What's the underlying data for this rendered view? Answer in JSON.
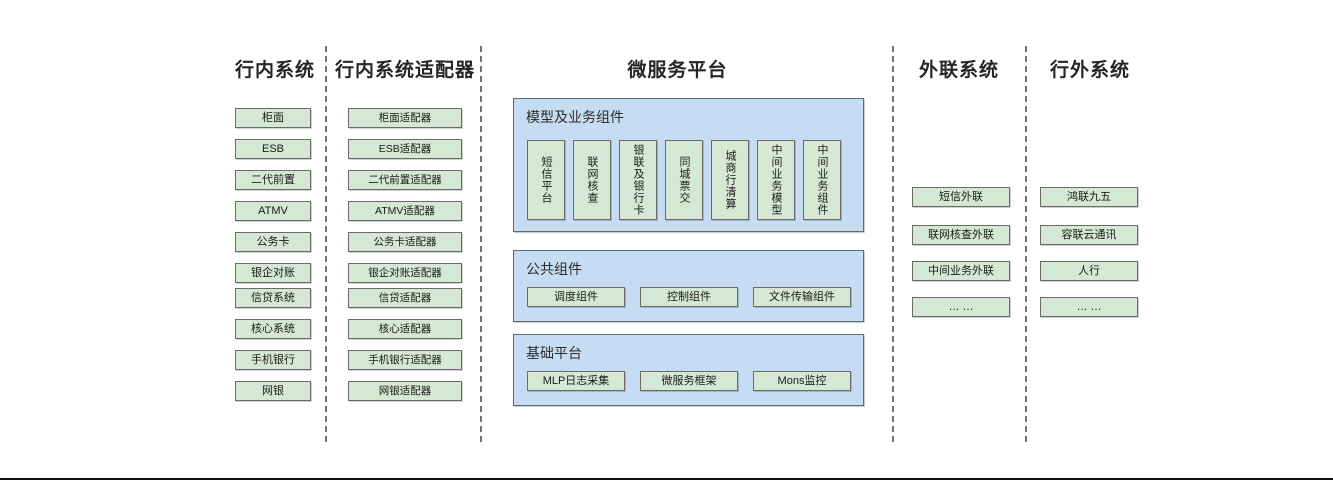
{
  "diagram": {
    "columns": [
      {
        "id": "in-bank-systems",
        "title": "行内系统",
        "items": [
          {
            "label": "柜面"
          },
          {
            "label": "ESB"
          },
          {
            "label": "二代前置"
          },
          {
            "label": "ATMV"
          },
          {
            "label": "公务卡"
          },
          {
            "label": "银企对账"
          },
          {
            "label": "信贷系统"
          },
          {
            "label": "核心系统"
          },
          {
            "label": "手机银行"
          },
          {
            "label": "网银"
          }
        ]
      },
      {
        "id": "in-bank-adapters",
        "title": "行内系统适配器",
        "items": [
          {
            "label": "柜面适配器"
          },
          {
            "label": "ESB适配器"
          },
          {
            "label": "二代前置适配器"
          },
          {
            "label": "ATMV适配器"
          },
          {
            "label": "公务卡适配器"
          },
          {
            "label": "银企对账适配器"
          },
          {
            "label": "信贷适配器"
          },
          {
            "label": "核心适配器"
          },
          {
            "label": "手机银行适配器"
          },
          {
            "label": "网银适配器"
          }
        ]
      },
      {
        "id": "microservice-platform",
        "title": "微服务平台",
        "panels": [
          {
            "id": "model-and-business-components",
            "title": "模型及业务组件",
            "orientation": "vertical",
            "items": [
              {
                "label": "短信平台"
              },
              {
                "label": "联网核查"
              },
              {
                "label": "银联及银行卡"
              },
              {
                "label": "同城票交"
              },
              {
                "label": "城商行清算"
              },
              {
                "label": "中间业务模型"
              },
              {
                "label": "中间业务组件"
              }
            ]
          },
          {
            "id": "public-components",
            "title": "公共组件",
            "orientation": "horizontal",
            "items": [
              {
                "label": "调度组件"
              },
              {
                "label": "控制组件"
              },
              {
                "label": "文件传输组件"
              }
            ]
          },
          {
            "id": "base-platform",
            "title": "基础平台",
            "orientation": "horizontal",
            "items": [
              {
                "label": "MLP日志采集"
              },
              {
                "label": "微服务框架"
              },
              {
                "label": "Mons监控"
              }
            ]
          }
        ]
      },
      {
        "id": "external-link-systems",
        "title": "外联系统",
        "items": [
          {
            "label": "短信外联"
          },
          {
            "label": "联网核查外联"
          },
          {
            "label": "中间业务外联"
          },
          {
            "label": "… …"
          }
        ]
      },
      {
        "id": "out-of-bank-systems",
        "title": "行外系统",
        "items": [
          {
            "label": "鸿联九五"
          },
          {
            "label": "容联云通讯"
          },
          {
            "label": "人行"
          },
          {
            "label": "… …"
          }
        ]
      }
    ],
    "colors": {
      "node_fill": "#d5e8d4",
      "node_border": "#6a6a6a",
      "panel_fill": "#c6dcf2",
      "panel_border": "#5c6b7a",
      "divider": "#737373",
      "text": "#1a1a1a",
      "background": "#ffffff"
    }
  }
}
